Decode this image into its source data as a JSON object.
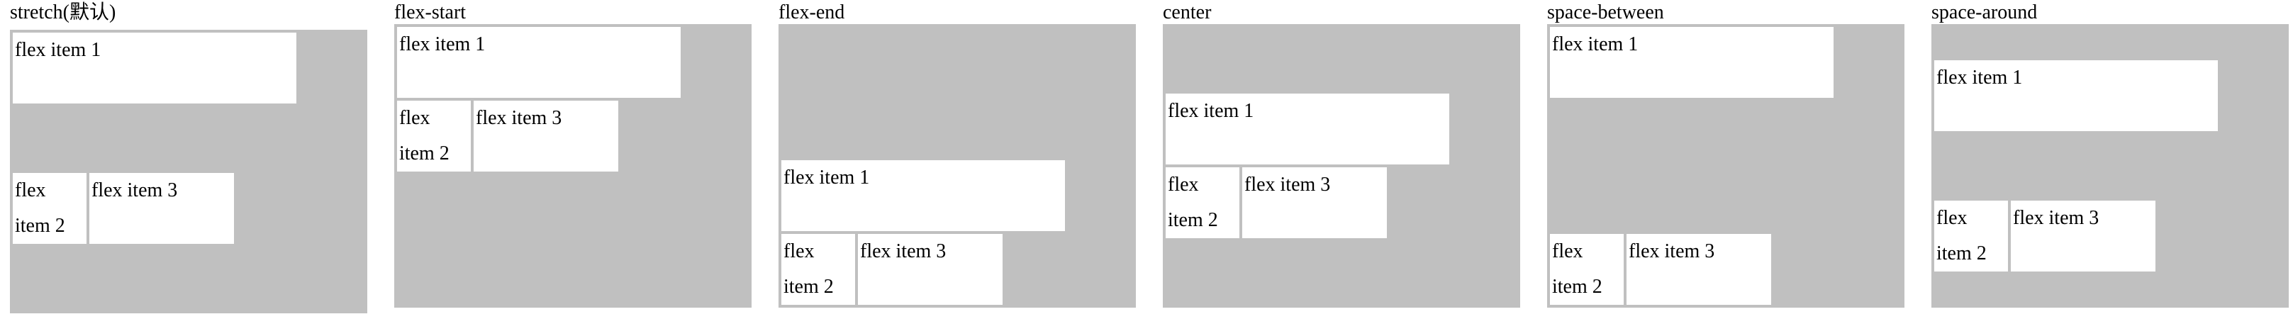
{
  "panels": [
    {
      "title": "stretch(默认)",
      "items": [
        "flex item 1",
        "flex item 2",
        "flex item 3"
      ]
    },
    {
      "title": "flex-start",
      "items": [
        "flex item 1",
        "flex item 2",
        "flex item 3"
      ]
    },
    {
      "title": "flex-end",
      "items": [
        "flex item 1",
        "flex item 2",
        "flex item 3"
      ]
    },
    {
      "title": "center",
      "items": [
        "flex item 1",
        "flex item 2",
        "flex item 3"
      ]
    },
    {
      "title": "space-between",
      "items": [
        "flex item 1",
        "flex item 2",
        "flex item 3"
      ]
    },
    {
      "title": "space-around",
      "items": [
        "flex item 1",
        "flex item 2",
        "flex item 3"
      ]
    }
  ],
  "colors": {
    "container_background": "#c0c0c0",
    "item_background": "#ffffff",
    "text": "#000000"
  }
}
